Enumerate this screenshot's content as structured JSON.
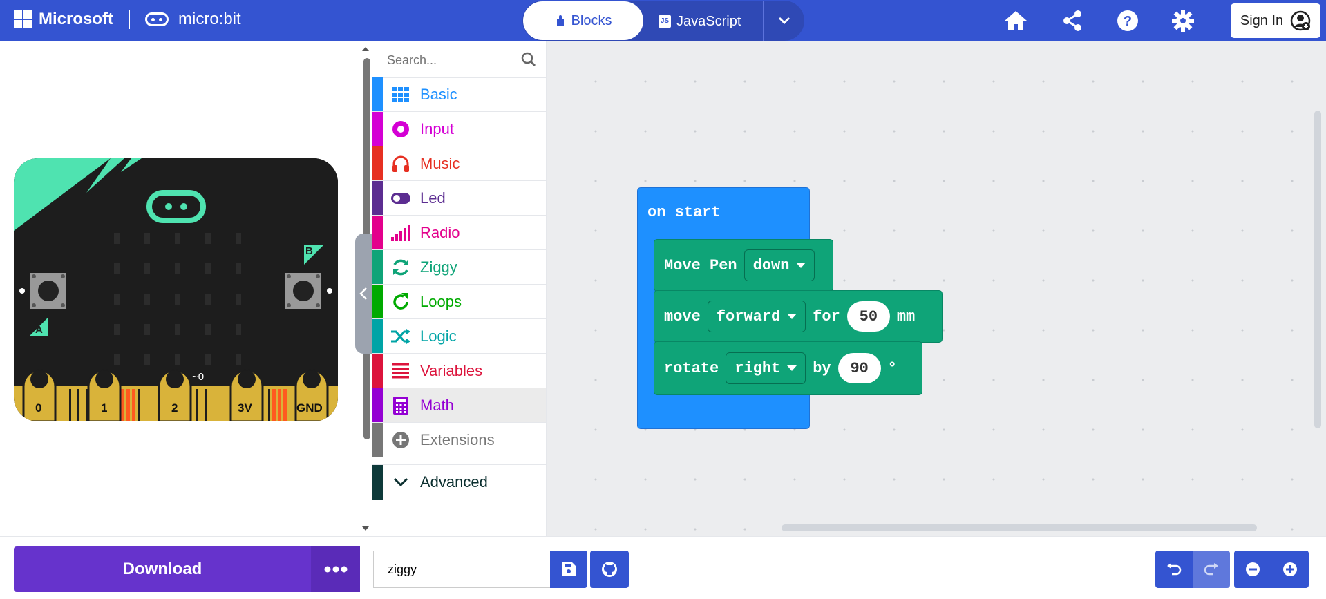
{
  "header": {
    "brand": "Microsoft",
    "product": "micro:bit",
    "tabs": [
      {
        "label": "Blocks",
        "active": true
      },
      {
        "label": "JavaScript",
        "active": false
      }
    ],
    "icons": [
      "home-icon",
      "share-icon",
      "help-icon",
      "settings-icon"
    ],
    "signin_label": "Sign In"
  },
  "simulator": {
    "buttons": {
      "a": "A",
      "b": "B"
    },
    "pins": [
      "0",
      "1",
      "2",
      "3V",
      "GND"
    ],
    "touch_label": "~0"
  },
  "toolbox": {
    "search_placeholder": "Search...",
    "categories": [
      {
        "label": "Basic",
        "color": "#1e90ff",
        "icon": "grid-icon"
      },
      {
        "label": "Input",
        "color": "#d400d4",
        "icon": "target-icon"
      },
      {
        "label": "Music",
        "color": "#e63022",
        "icon": "headphones-icon"
      },
      {
        "label": "Led",
        "color": "#5c2d91",
        "icon": "toggle-icon"
      },
      {
        "label": "Radio",
        "color": "#e3008c",
        "icon": "signal-icon"
      },
      {
        "label": "Ziggy",
        "color": "#0fa478",
        "icon": "refresh-icon"
      },
      {
        "label": "Loops",
        "color": "#00aa00",
        "icon": "loop-icon"
      },
      {
        "label": "Logic",
        "color": "#00a4a6",
        "icon": "shuffle-icon"
      },
      {
        "label": "Variables",
        "color": "#dc143c",
        "icon": "lines-icon"
      },
      {
        "label": "Math",
        "color": "#9400d3",
        "icon": "calculator-icon"
      },
      {
        "label": "Extensions",
        "color": "#777777",
        "icon": "plus-circle-icon"
      }
    ],
    "advanced_label": "Advanced"
  },
  "workspace": {
    "on_start": "on start",
    "move_pen": {
      "label": "Move Pen",
      "value": "down"
    },
    "move": {
      "label": "move",
      "direction": "forward",
      "for": "for",
      "amount": "50",
      "unit": "mm"
    },
    "rotate": {
      "label": "rotate",
      "direction": "right",
      "by": "by",
      "amount": "90",
      "unit": "°"
    }
  },
  "footer": {
    "download_label": "Download",
    "project_name": "ziggy"
  }
}
